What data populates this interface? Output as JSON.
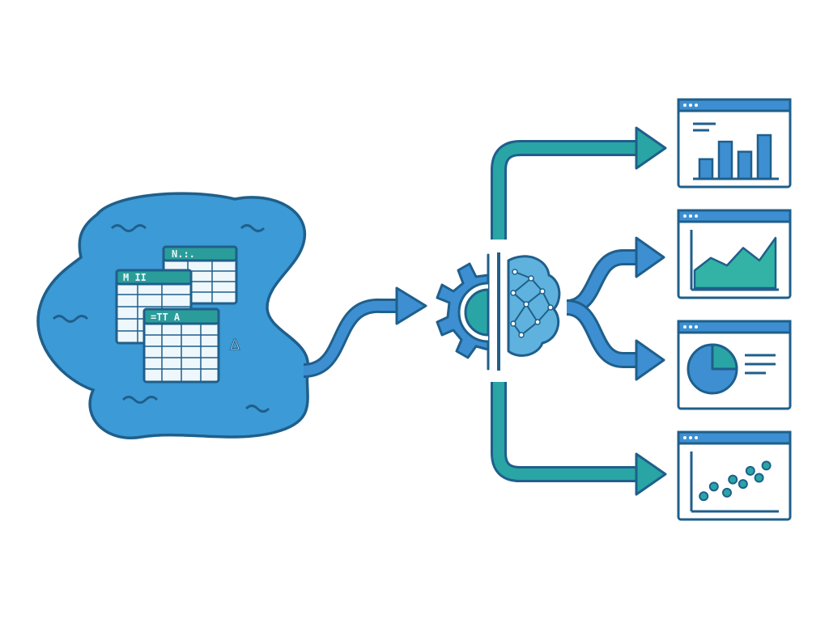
{
  "colors": {
    "background": "#ffffff",
    "outline": "#1f5f8b",
    "lake_fill": "#3c9ad6",
    "teal": "#2aa5a5",
    "teal_fill": "#33b3a6",
    "blue_accent": "#3d8fd1",
    "panel_fill": "#ffffff",
    "sheet_fill": "#eef7fb",
    "sheet_header": "#2a9d9a",
    "brain_fill": "#5fb2dd",
    "chart_bar": "#3d8fd1",
    "chart_area": "#32b3a6",
    "pie_main": "#3d8fd1",
    "pie_slice": "#2aa5a5",
    "scatter_dot": "#2aa5a5"
  },
  "sheets": [
    {
      "glyph": "N.:."
    },
    {
      "glyph": "M II"
    },
    {
      "glyph": "=TT  A"
    }
  ],
  "lake_marker_glyph": "Δ",
  "dashboards": [
    {
      "icon": "bar-chart-icon",
      "bars": [
        0.45,
        0.85,
        0.62,
        1.0
      ]
    },
    {
      "icon": "area-chart-icon",
      "area": [
        0.35,
        0.6,
        0.45,
        0.8,
        0.55,
        1.0
      ]
    },
    {
      "icon": "pie-chart-icon",
      "pie_fraction": 0.25
    },
    {
      "icon": "scatter-plot-icon",
      "points": [
        [
          0.08,
          0.2
        ],
        [
          0.22,
          0.42
        ],
        [
          0.4,
          0.28
        ],
        [
          0.48,
          0.58
        ],
        [
          0.62,
          0.48
        ],
        [
          0.72,
          0.78
        ],
        [
          0.84,
          0.62
        ],
        [
          0.94,
          0.9
        ]
      ]
    }
  ]
}
